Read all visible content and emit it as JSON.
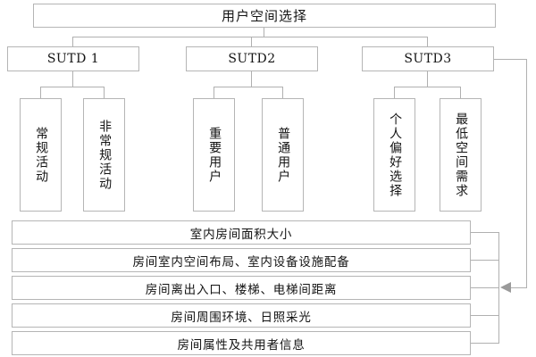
{
  "diagram": {
    "title": "用户空间选择",
    "root": {
      "label": "用户空间选择"
    },
    "categories": [
      {
        "label": "SUTD 1"
      },
      {
        "label": "SUTD2"
      },
      {
        "label": "SUTD3"
      }
    ],
    "leaves": [
      {
        "label": "常规活动",
        "parent": "SUTD 1"
      },
      {
        "label": "非常规活动",
        "parent": "SUTD 1"
      },
      {
        "label": "重要用户",
        "parent": "SUTD2"
      },
      {
        "label": "普通用户",
        "parent": "SUTD2"
      },
      {
        "label": "个人偏好选择",
        "parent": "SUTD3"
      },
      {
        "label": "最低空间需求",
        "parent": "SUTD3"
      }
    ],
    "attributes": [
      {
        "label": "室内房间面积大小"
      },
      {
        "label": "房间室内空间布局、室内设备设施配备"
      },
      {
        "label": "房间离出入口、楼梯、电梯间距离"
      },
      {
        "label": "房间周围环境、日照采光"
      },
      {
        "label": "房间属性及共用者信息"
      }
    ],
    "colors": {
      "box_border": "#b5b5b5",
      "connector": "#b0b0b0",
      "arrow": "#9a9a9a",
      "text": "#141414",
      "background": "#ffffff"
    }
  }
}
